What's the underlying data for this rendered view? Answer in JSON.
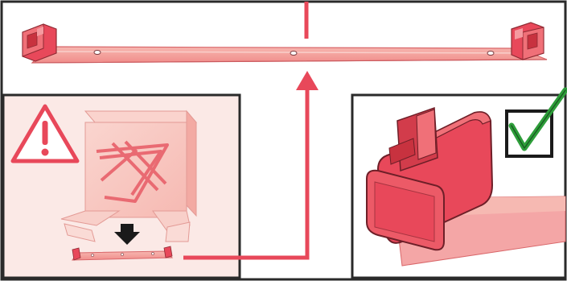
{
  "colors": {
    "accent_red": "#e8485a",
    "part_fill": "#f4a6a6",
    "part_dark": "#e96a72",
    "panel_fill": "#fbe9e6",
    "box_fill": "#f9c9c3",
    "outline": "#2a2a2a",
    "check_green": "#2e9e3a",
    "arrow_black": "#1a1a1a"
  },
  "icons": {
    "warning": "warning-triangle-icon",
    "check": "checkmark-icon",
    "arrow_down": "arrow-down-icon",
    "arrow_up": "arrow-up-icon"
  },
  "panels": {
    "top": "assembled-rail",
    "left": "warning-box-contents",
    "right": "end-cap-detail"
  }
}
